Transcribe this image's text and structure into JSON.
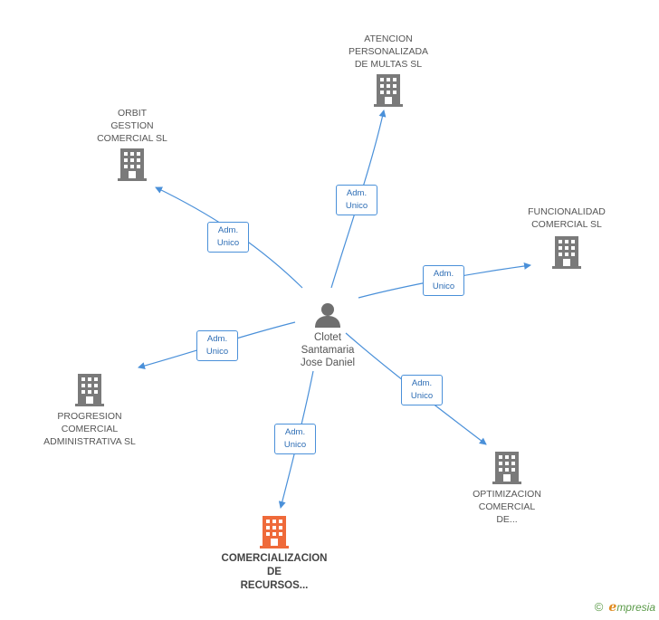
{
  "colors": {
    "edge": "#4a90d9",
    "company_icon": "#7a7a7a",
    "main_icon": "#ef6a3a",
    "person_icon": "#6f6f6f"
  },
  "center": {
    "label": "Clotet\nSantamaria\nJose Daniel",
    "icon": "person-icon"
  },
  "companies": [
    {
      "label": "ATENCION\nPERSONALIZADA\nDE MULTAS SL",
      "icon": "building-icon",
      "highlighted": false,
      "role": "Adm.\nUnico"
    },
    {
      "label": "ORBIT\nGESTION\nCOMERCIAL SL",
      "icon": "building-icon",
      "highlighted": false,
      "role": "Adm.\nUnico"
    },
    {
      "label": "FUNCIONALIDAD\nCOMERCIAL SL",
      "icon": "building-icon",
      "highlighted": false,
      "role": "Adm.\nUnico"
    },
    {
      "label": "PROGRESION\nCOMERCIAL\nADMINISTRATIVA SL",
      "icon": "building-icon",
      "highlighted": false,
      "role": "Adm.\nUnico"
    },
    {
      "label": "OPTIMIZACION\nCOMERCIAL\nDE...",
      "icon": "building-icon",
      "highlighted": false,
      "role": "Adm.\nUnico"
    },
    {
      "label": "COMERCIALIZACION\nDE\nRECURSOS...",
      "icon": "building-icon",
      "highlighted": true,
      "role": "Adm.\nUnico"
    }
  ],
  "brand": {
    "copyright": "©",
    "initial": "e",
    "name": "mpresia"
  }
}
